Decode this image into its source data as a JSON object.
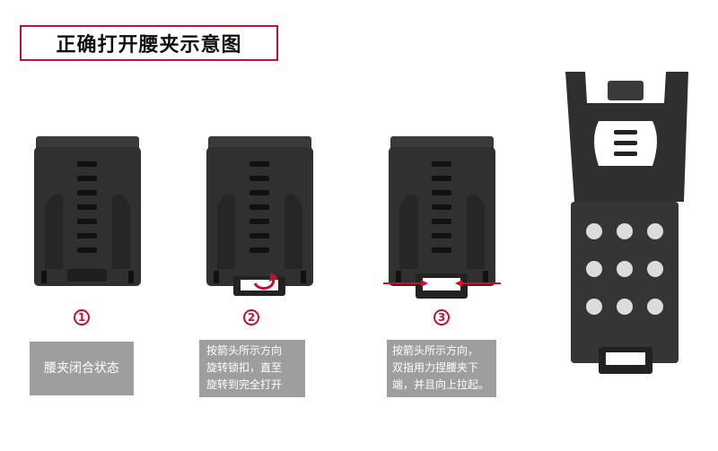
{
  "title": "正确打开腰夹示意图",
  "steps": [
    {
      "number": "1",
      "caption_lines": [
        "腰夹闭合状态"
      ]
    },
    {
      "number": "2",
      "caption_lines": [
        "按箭头所示方向",
        "旋转锁扣，直至",
        "旋转到完全打开"
      ]
    },
    {
      "number": "3",
      "caption_lines": [
        "按箭头所示方向，",
        "双指用力捏腰夹下",
        "端，并且向上拉起。"
      ]
    }
  ],
  "colors": {
    "accent": "#c8102e",
    "caption_bg": "#9e9e9e",
    "clip_body": "#2e2e2e",
    "clip_edge": "#1a1a1a"
  }
}
